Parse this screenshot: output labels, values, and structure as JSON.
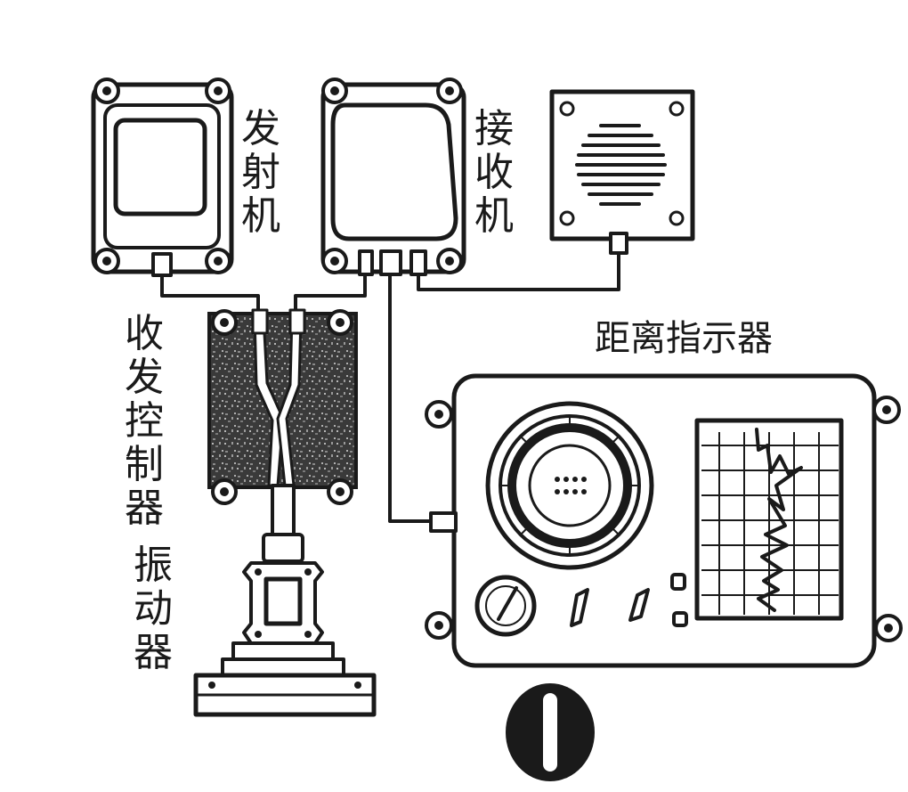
{
  "labels": {
    "transmitter": "发射机",
    "receiver": "接收机",
    "tr_controller": "收发控制器",
    "vibrator": "振动器",
    "range_indicator": "距离指示器"
  }
}
